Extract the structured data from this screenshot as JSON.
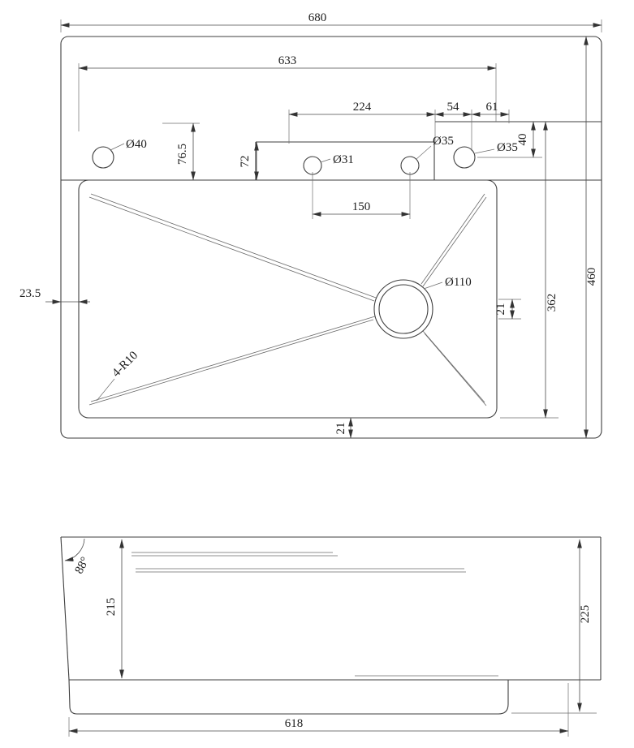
{
  "top_view": {
    "dim_overall_width": "680",
    "dim_inner_width": "633",
    "dim_deck_width": "224",
    "dim_offset_54": "54",
    "dim_offset_61": "61",
    "dim_hole_spacing": "150",
    "dim_offset_76_5": "76.5",
    "dim_offset_72": "72",
    "dim_offset_40": "40",
    "dim_rim_left": "23.5",
    "dim_rim_bottom": "21",
    "dim_gap_right": "21",
    "dim_inner_depth": "362",
    "dim_overall_depth": "460",
    "label_hole_left": "Ø40",
    "label_hole_mid": "Ø31",
    "label_hole_mid_right": "Ø35",
    "label_hole_right": "Ø35",
    "label_drain": "Ø110",
    "label_corner_radius": "4-R10"
  },
  "side_view": {
    "dim_wall_angle": "88°",
    "dim_depth_left": "215",
    "dim_depth_right": "225",
    "dim_base_width": "618"
  }
}
